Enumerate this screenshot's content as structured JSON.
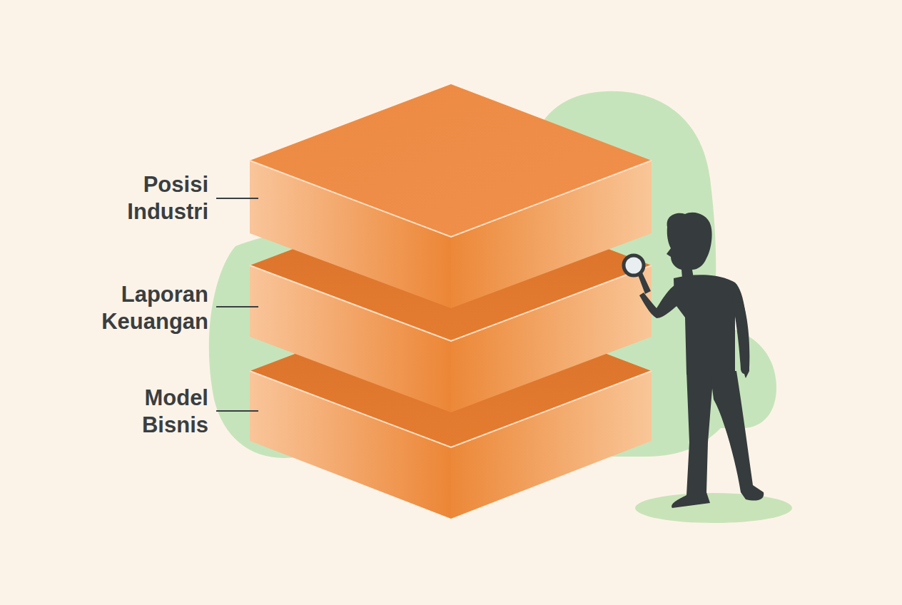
{
  "diagram": {
    "labels": [
      "Posisi Industri",
      "Laporan Keuangan",
      "Model Bisnis"
    ]
  }
}
